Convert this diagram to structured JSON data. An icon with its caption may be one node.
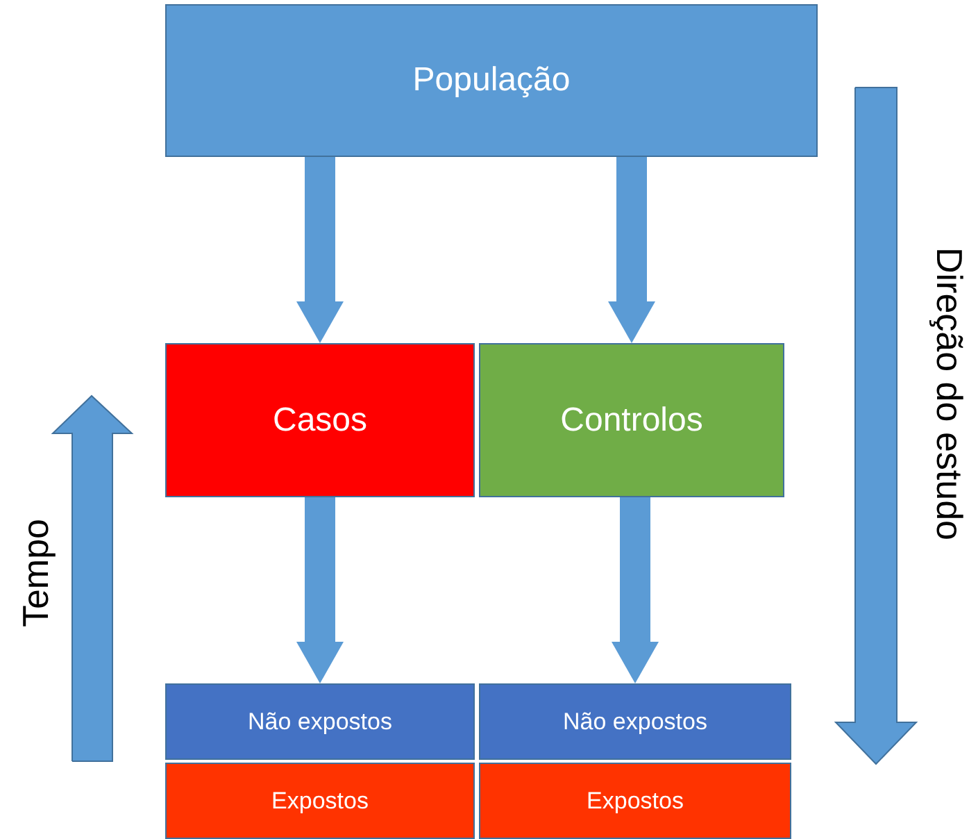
{
  "diagram": {
    "nodes": [
      {
        "text": [
          "População"
        ]
      },
      {
        "text": [
          "Casos"
        ]
      },
      {
        "text": [
          "Controlos"
        ]
      },
      {
        "text": [
          "Não expostos"
        ]
      },
      {
        "text": [
          "Expostos"
        ]
      },
      {
        "text": [
          "Não expostos"
        ]
      },
      {
        "text": [
          "Expostos"
        ]
      }
    ],
    "edges": [
      {
        "from": 0,
        "to": 1,
        "arrow": "to"
      },
      {
        "from": 0,
        "to": 2,
        "arrow": "to"
      },
      {
        "from": 1,
        "to": 3,
        "arrow": "to"
      },
      {
        "from": 2,
        "to": 5,
        "arrow": "to"
      }
    ],
    "labels": [
      "Tempo",
      "Direção do estudo"
    ]
  }
}
